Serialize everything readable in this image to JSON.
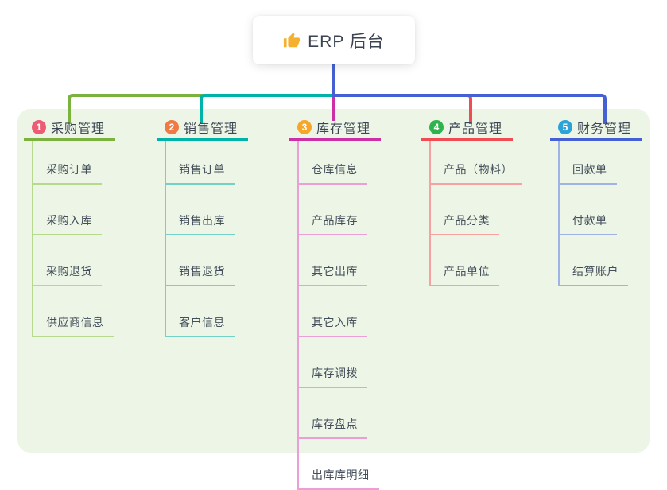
{
  "root": {
    "label": "ERP 后台",
    "icon": "thumbs-up"
  },
  "branches": [
    {
      "number": "1",
      "label": "采购管理",
      "badge_color": "#ee5b73",
      "line_color": "#7cb33e",
      "light_color": "#b5da8c",
      "children": [
        "采购订单",
        "采购入库",
        "采购退货",
        "供应商信息"
      ]
    },
    {
      "number": "2",
      "label": "销售管理",
      "badge_color": "#ef7a44",
      "line_color": "#00b3a9",
      "light_color": "#73d1c6",
      "children": [
        "销售订单",
        "销售出库",
        "销售退货",
        "客户信息"
      ]
    },
    {
      "number": "3",
      "label": "库存管理",
      "badge_color": "#f5a62b",
      "line_color": "#cd2fa6",
      "light_color": "#ec9ed6",
      "children": [
        "仓库信息",
        "产品库存",
        "其它出库",
        "其它入库",
        "库存调拨",
        "库存盘点",
        "出库库明细"
      ]
    },
    {
      "number": "4",
      "label": "产品管理",
      "badge_color": "#2db44e",
      "line_color": "#ef4c54",
      "light_color": "#f7a2a0",
      "children": [
        "产品（物料）",
        "产品分类",
        "产品单位"
      ]
    },
    {
      "number": "5",
      "label": "财务管理",
      "badge_color": "#2ba3d8",
      "line_color": "#4560d2",
      "light_color": "#9fb3e6",
      "children": [
        "回款单",
        "付款单",
        "结算账户"
      ]
    }
  ],
  "colors": {
    "root_line": "#4560d2",
    "panel_bg": "#edf6e6",
    "icon_color": "#f5b02e"
  }
}
